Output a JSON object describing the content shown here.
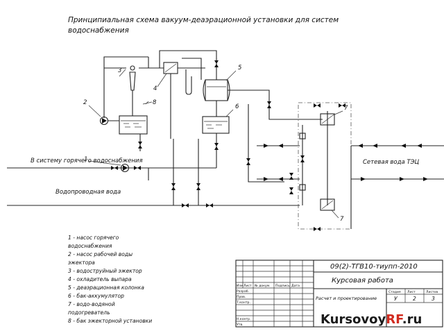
{
  "title": {
    "line1": "Принципиальная схема вакуум-деаэрационной установки для систем",
    "line2": "водоснабжения"
  },
  "callouts": [
    "1",
    "2",
    "3",
    "4",
    "5",
    "6",
    "7",
    "7",
    "8"
  ],
  "labels": {
    "hot_water": "В систему горячего водоснабжения",
    "tap_water": "Водопроводная вода",
    "network_water": "Сетевая вода ТЭЦ"
  },
  "legend": [
    "1 - насос горячего",
    "водоснабжения",
    "2 - насос рабочей воды",
    "эжектора",
    "3 - водоструйный эжектор",
    "4 - охладитель выпара",
    "5 - деаэрационная колонка",
    "6 - бак-аккумулятор",
    "7 - водо-водяной",
    "подогреватель",
    "8 - бак эжекторной установки"
  ],
  "title_block": {
    "code": "09(2)-ТГВ10-тиупп-2010",
    "work_type": "Курсовая работа",
    "headers": [
      "Изм",
      "Лист",
      "№ докум.",
      "Подпись",
      "Дата"
    ],
    "roles": [
      "Разраб.",
      "Пров.",
      "Т.контр.",
      "Н.контр.",
      "Утв."
    ],
    "stage_headers": [
      "Стадия",
      "Лист",
      "Листов"
    ],
    "stage_values": [
      "У",
      "2",
      "3"
    ],
    "subject": "Расчет и проектирование"
  },
  "watermark": {
    "part1": "Kursovoy",
    "part2": "RF",
    "part3": ".ru"
  }
}
